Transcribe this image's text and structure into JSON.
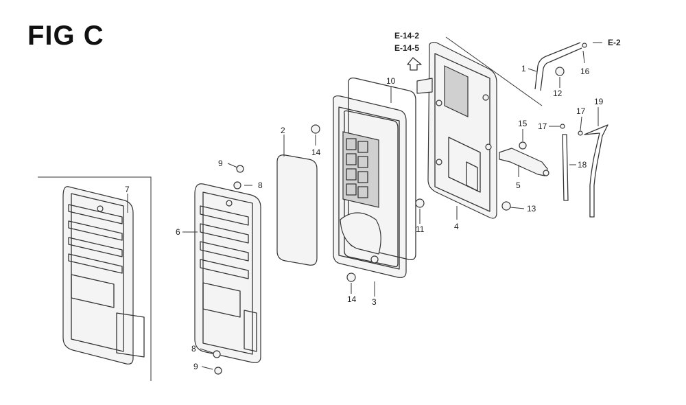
{
  "title": "FIG C",
  "references": {
    "e14_2": "E-14-2",
    "e14_5": "E-14-5",
    "e2": "E-2"
  },
  "callouts": [
    {
      "id": "c1",
      "label": "1"
    },
    {
      "id": "c2",
      "label": "2"
    },
    {
      "id": "c3",
      "label": "3"
    },
    {
      "id": "c4",
      "label": "4"
    },
    {
      "id": "c5",
      "label": "5"
    },
    {
      "id": "c6",
      "label": "6"
    },
    {
      "id": "c7",
      "label": "7"
    },
    {
      "id": "c8a",
      "label": "8"
    },
    {
      "id": "c8b",
      "label": "8"
    },
    {
      "id": "c9a",
      "label": "9"
    },
    {
      "id": "c9b",
      "label": "9"
    },
    {
      "id": "c10",
      "label": "10"
    },
    {
      "id": "c11",
      "label": "11"
    },
    {
      "id": "c12",
      "label": "12"
    },
    {
      "id": "c13",
      "label": "13"
    },
    {
      "id": "c14a",
      "label": "14"
    },
    {
      "id": "c14b",
      "label": "14"
    },
    {
      "id": "c15",
      "label": "15"
    },
    {
      "id": "c16",
      "label": "16"
    },
    {
      "id": "c17a",
      "label": "17"
    },
    {
      "id": "c17b",
      "label": "17"
    },
    {
      "id": "c18",
      "label": "18"
    },
    {
      "id": "c19",
      "label": "19"
    }
  ]
}
